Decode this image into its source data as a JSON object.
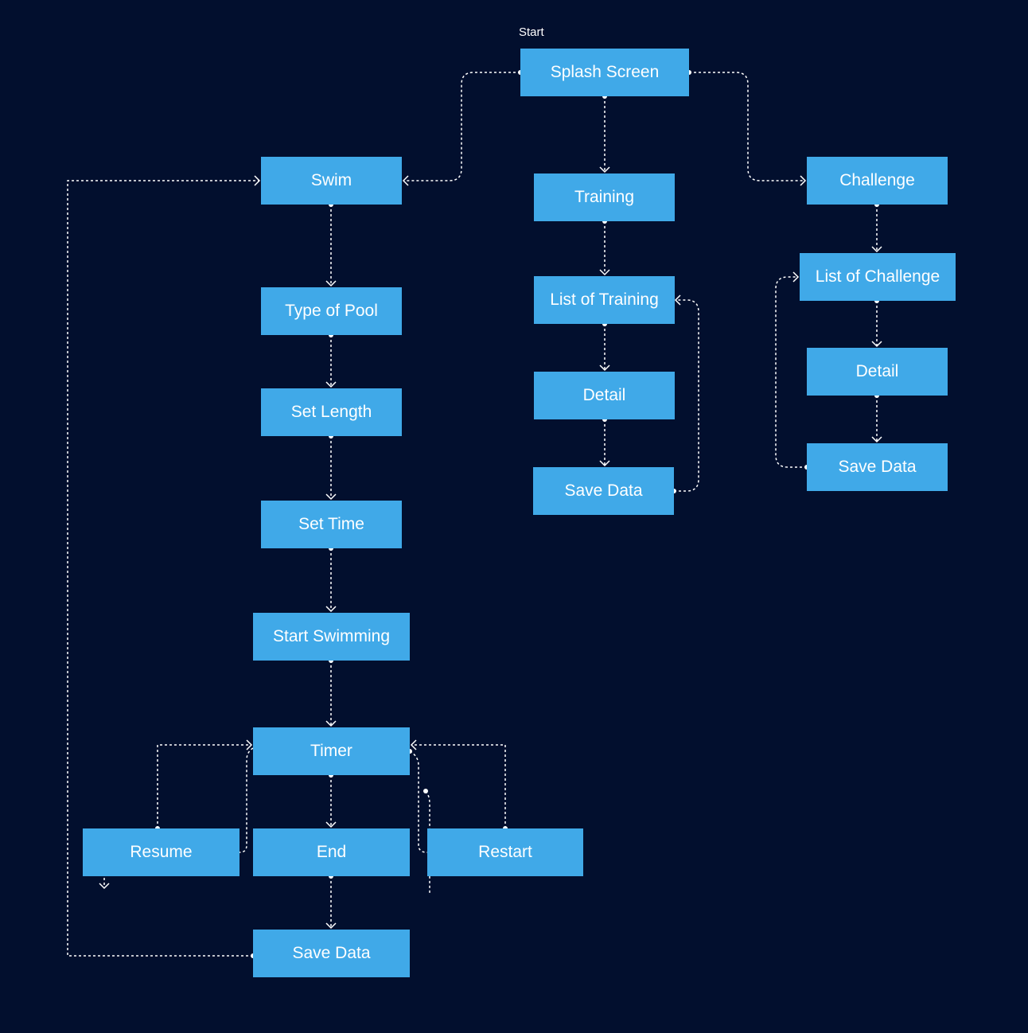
{
  "start_label": "Start",
  "colors": {
    "background": "#020f2e",
    "node": "#40a9e8",
    "connector": "#ffffff",
    "text": "#ffffff"
  },
  "nodes": {
    "splash": "Splash Screen",
    "swim": "Swim",
    "training": "Training",
    "challenge": "Challenge",
    "type_of_pool": "Type of Pool",
    "set_length": "Set Length",
    "set_time": "Set Time",
    "start_swimming": "Start Swimming",
    "timer": "Timer",
    "resume": "Resume",
    "end": "End",
    "restart": "Restart",
    "swim_save_data": "Save Data",
    "list_of_training": "List of Training",
    "training_detail": "Detail",
    "training_save_data": "Save Data",
    "list_of_challenge": "List of Challenge",
    "challenge_detail": "Detail",
    "challenge_save_data": "Save Data"
  }
}
